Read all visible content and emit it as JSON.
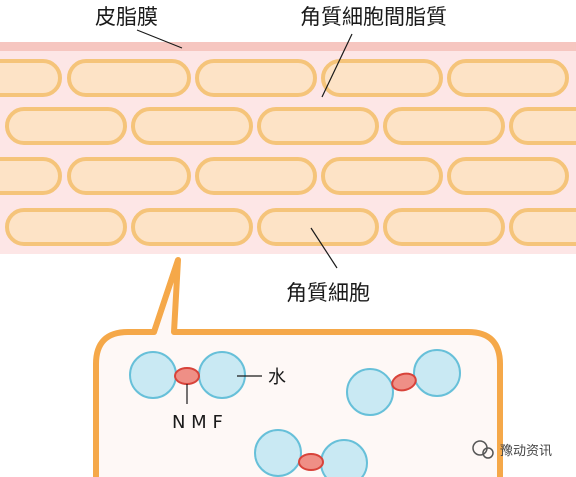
{
  "labels": {
    "sebum_membrane": "皮脂膜",
    "intercellular_lipid": "角質細胞間脂質",
    "corneocyte": "角質細胞",
    "water": "水",
    "nmf": "N M F"
  },
  "watermark": {
    "text": "豫动资讯"
  },
  "colors": {
    "sebum_band": "#f6c6c0",
    "lipid_background": "#fde6e6",
    "cell_fill": "#fde3c6",
    "cell_border": "#f5c47a",
    "callout_border": "#f5a849",
    "callout_fill": "#fef8f6",
    "water_fill": "#c9e9f3",
    "water_border": "#67c0d9",
    "nmf_fill": "#ef8f86",
    "nmf_border": "#d8433a"
  }
}
